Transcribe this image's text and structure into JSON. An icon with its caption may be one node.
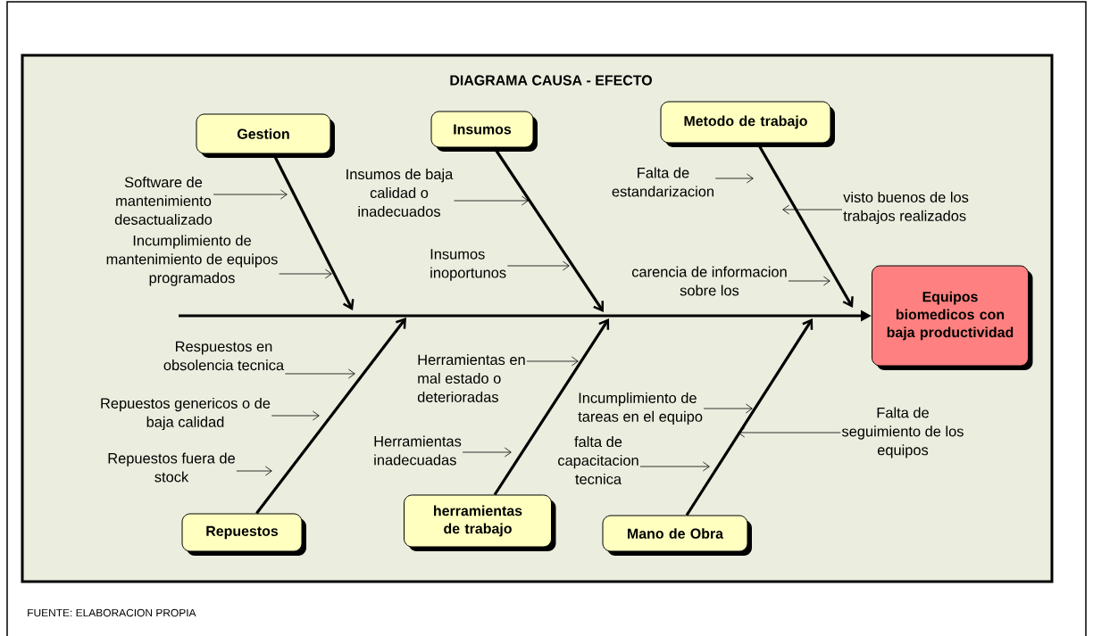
{
  "diagram": {
    "title": "DIAGRAMA CAUSA - EFECTO",
    "caption": "FUENTE: ELABORACION PROPIA",
    "nodes": [
      {
        "text": [
          "Gestion"
        ]
      },
      {
        "text": [
          "Insumos"
        ]
      },
      {
        "text": [
          "Metodo de trabajo"
        ]
      },
      {
        "text": [
          "Equipos biomedicos con baja productividad"
        ]
      },
      {
        "text": [
          "Repuestos"
        ]
      },
      {
        "text": [
          "herramientas de trabajo"
        ]
      },
      {
        "text": [
          "Mano de Obra"
        ]
      },
      {
        "text": [
          "Software de mantenimiento desactualizado"
        ]
      },
      {
        "text": [
          "Incumplimiento de mantenimiento de equipos programados"
        ]
      },
      {
        "text": [
          "Insumos de baja calidad o inadecuados"
        ]
      },
      {
        "text": [
          "Insumos inoportunos"
        ]
      },
      {
        "text": [
          "Falta de estandarizacion"
        ]
      },
      {
        "text": [
          "visto buenos de los trabajos realizados"
        ]
      },
      {
        "text": [
          "carencia de informacion sobre los"
        ]
      },
      {
        "text": [
          "Respuestos en obsolencia tecnica"
        ]
      },
      {
        "text": [
          "Repuestos genericos o de baja calidad"
        ]
      },
      {
        "text": [
          "Repuestos fuera de stock"
        ]
      },
      {
        "text": [
          "Herramientas en mal estado o deterioradas"
        ]
      },
      {
        "text": [
          "Herramientas inadecuadas"
        ]
      },
      {
        "text": [
          "Incumplimiento de tareas en el equipo"
        ]
      },
      {
        "text": [
          "falta de capacitacion tecnica"
        ]
      },
      {
        "text": [
          "Falta de seguimiento de los equipos"
        ]
      }
    ],
    "edges": [
      {
        "from": 0,
        "to": null,
        "arrow": "to",
        "style": "thick"
      },
      {
        "from": 1,
        "to": null,
        "arrow": "to",
        "style": "thick"
      },
      {
        "from": 2,
        "to": null,
        "arrow": "to",
        "style": "thick"
      },
      {
        "from": 4,
        "to": null,
        "arrow": "to",
        "style": "thick"
      },
      {
        "from": 5,
        "to": null,
        "arrow": "to",
        "style": "thick"
      },
      {
        "from": 6,
        "to": null,
        "arrow": "to",
        "style": "thick"
      },
      {
        "from": null,
        "to": 3,
        "arrow": "to",
        "style": "thick"
      },
      {
        "from": 7,
        "to": null,
        "arrow": "to"
      },
      {
        "from": 8,
        "to": null,
        "arrow": "to"
      },
      {
        "from": 9,
        "to": null,
        "arrow": "to"
      },
      {
        "from": 10,
        "to": null,
        "arrow": "to"
      },
      {
        "from": 11,
        "to": null,
        "arrow": "to"
      },
      {
        "from": 12,
        "to": null,
        "arrow": "to"
      },
      {
        "from": 13,
        "to": null,
        "arrow": "to"
      },
      {
        "from": 14,
        "to": null,
        "arrow": "to"
      },
      {
        "from": 15,
        "to": null,
        "arrow": "to"
      },
      {
        "from": 16,
        "to": null,
        "arrow": "to"
      },
      {
        "from": 17,
        "to": null,
        "arrow": "to"
      },
      {
        "from": 18,
        "to": null,
        "arrow": "to"
      },
      {
        "from": 19,
        "to": null,
        "arrow": "to"
      },
      {
        "from": 20,
        "to": null,
        "arrow": "to"
      },
      {
        "from": 21,
        "to": null,
        "arrow": "to"
      }
    ]
  }
}
